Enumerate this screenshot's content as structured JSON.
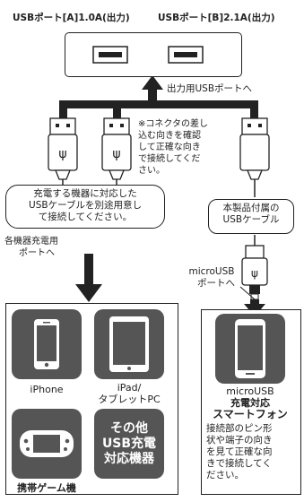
{
  "ports": {
    "a_label": "USBポート[A]1.0A(出力)",
    "b_label": "USBポート[B]2.1A(出力)"
  },
  "arrow_label": "出力用USBポートへ",
  "connector_note": [
    "※コネクタの差し",
    "込む向きを確認",
    "して正確な向き",
    "で接続してくだ",
    "さい。"
  ],
  "left_callout": [
    "充電する機器に対応した",
    "USBケーブルを別途用意し",
    "て接続してください。"
  ],
  "right_callout": [
    "本製品付属の",
    "USBケーブル"
  ],
  "left_port_label": [
    "各機器充電用",
    "ポートへ"
  ],
  "micro_port_label": [
    "microUSB",
    "ポートへ"
  ],
  "devices": {
    "iphone": "iPhone",
    "ipad": [
      "iPad/",
      "タブレットPC"
    ],
    "game": "携帯ゲーム機",
    "other": [
      "その他",
      "USB充電",
      "対応機器"
    ]
  },
  "smartphone": {
    "title": [
      "microUSB",
      "充電対応",
      "スマートフォン"
    ],
    "note": [
      "接続部のピン形",
      "状や端子の向き",
      "を見て正確な向",
      "きで接続してく",
      "ださい。"
    ]
  }
}
